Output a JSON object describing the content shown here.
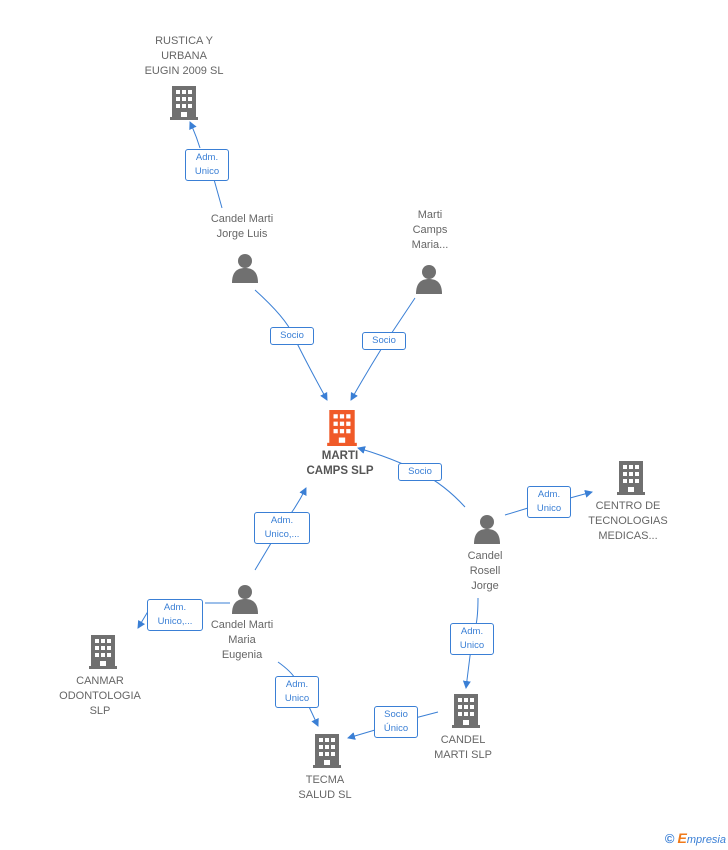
{
  "nodes": {
    "rustica": {
      "label": "RUSTICA Y\nURBANA\nEUGIN 2009 SL",
      "kind": "company"
    },
    "candel_marti_jorge": {
      "label": "Candel Marti\nJorge Luis",
      "kind": "person"
    },
    "marti_camps_maria": {
      "label": "Marti\nCamps\nMaria...",
      "kind": "person"
    },
    "main": {
      "label": "MARTI\nCAMPS SLP",
      "kind": "company-main"
    },
    "centro": {
      "label": "CENTRO DE\nTECNOLOGIAS\nMEDICAS...",
      "kind": "company"
    },
    "candel_rosell": {
      "label": "Candel\nRosell\nJorge",
      "kind": "person"
    },
    "candel_marti_maria": {
      "label": "Candel Marti\nMaria\nEugenia",
      "kind": "person"
    },
    "canmar": {
      "label": "CANMAR\nODONTOLOGIA\nSLP",
      "kind": "company"
    },
    "candel_marti_slp": {
      "label": "CANDEL\nMARTI SLP",
      "kind": "company"
    },
    "tecma": {
      "label": "TECMA\nSALUD SL",
      "kind": "company"
    }
  },
  "edges": [
    {
      "id": "e1",
      "label": "Adm.\nUnico"
    },
    {
      "id": "e2",
      "label": "Socio"
    },
    {
      "id": "e3",
      "label": "Socio"
    },
    {
      "id": "e4",
      "label": "Socio"
    },
    {
      "id": "e5",
      "label": "Adm.\nUnico"
    },
    {
      "id": "e6",
      "label": "Adm.\nUnico,..."
    },
    {
      "id": "e7",
      "label": "Adm.\nUnico,..."
    },
    {
      "id": "e8",
      "label": "Adm.\nUnico"
    },
    {
      "id": "e9",
      "label": "Adm.\nUnico"
    },
    {
      "id": "e10",
      "label": "Socio\nÚnico"
    }
  ],
  "colors": {
    "node": "#707070",
    "main_node": "#f05a28",
    "edge": "#3a7fd5"
  },
  "footer": {
    "copyright": "©",
    "brand_initial": "E",
    "brand_rest": "mpresia"
  }
}
